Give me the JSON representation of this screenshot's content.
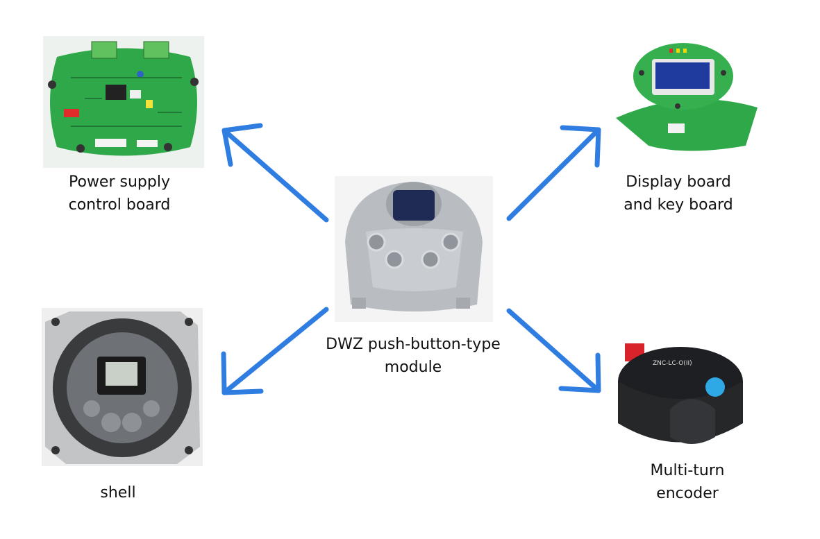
{
  "colors": {
    "arrow": "#2f7de1",
    "pcb_green": "#2fa84a",
    "metal": "#b9bdc2",
    "encoder_black": "#1e1f22"
  },
  "center": {
    "label": "DWZ push-button-type\nmodule"
  },
  "nodes": {
    "power_board": {
      "label": "Power supply\ncontrol board"
    },
    "display_board": {
      "label": "Display board\nand key board"
    },
    "shell": {
      "label": "shell"
    },
    "encoder": {
      "label": "Multi-turn\nencoder",
      "sticker_text": "ZNC-LC-O(II)"
    }
  }
}
